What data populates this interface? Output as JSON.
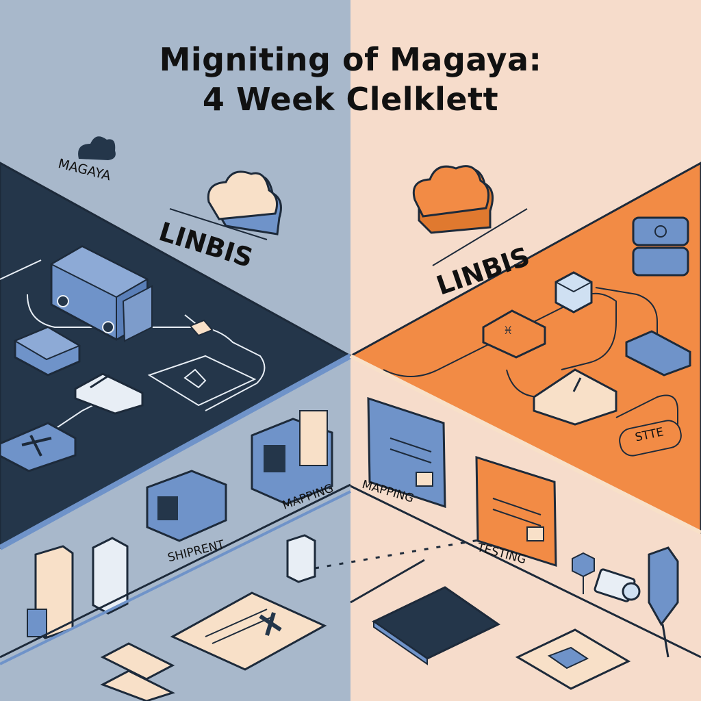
{
  "title": {
    "line1": "Migniting of Magaya:",
    "line2": "4 Week Clelklett"
  },
  "labels": {
    "magaya": "MAGAYA",
    "left_system": "LINBIS",
    "right_system": "LINBIS",
    "shipment": "SHIPRENT",
    "mapping_left": "MAPPING",
    "mapping_right": "MAPPING",
    "testing": "TESTING",
    "site": "STTE"
  },
  "colors": {
    "left_background": "#a8b8cb",
    "right_background": "#f6dccb",
    "dark_panel": "#24364a",
    "orange_panel": "#f28b45",
    "accent_blue": "#6f93c9",
    "cream": "#f8e0c8",
    "outline": "#1d2a3a"
  },
  "icons": [
    "cloud-icon",
    "truck-icon",
    "router-icon",
    "server-icon",
    "cube-icon",
    "document-icon",
    "tablet-icon",
    "camera-icon",
    "hand-icon",
    "package-icon"
  ]
}
